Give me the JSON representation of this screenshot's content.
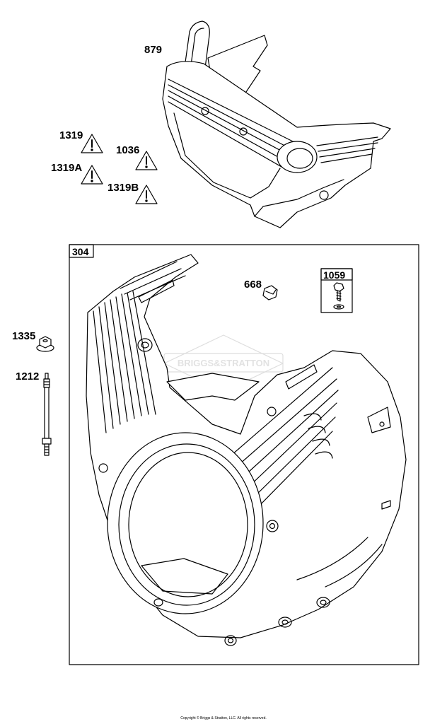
{
  "callouts": {
    "p879": "879",
    "p1319": "1319",
    "p1319a": "1319A",
    "p1036": "1036",
    "p1319b": "1319B",
    "p304": "304",
    "p668": "668",
    "p1059": "1059",
    "p1335": "1335",
    "p1212": "1212"
  },
  "watermark": "BRIGGS&STRATTON",
  "copyright": "Copyright © Briggs & Stratton, LLC. All rights reserved.",
  "icons": {
    "warning": "warning-triangle-icon"
  },
  "colors": {
    "line": "#000000",
    "background": "#ffffff",
    "watermark": "#e2e2e2"
  }
}
